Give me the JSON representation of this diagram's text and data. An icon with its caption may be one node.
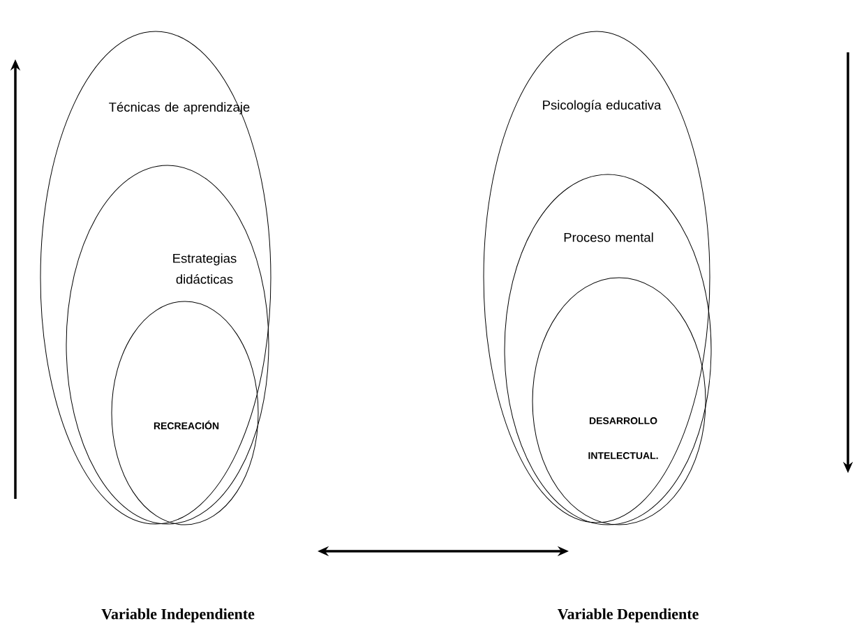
{
  "diagram": {
    "nodes": [
      {
        "text": [
          "Técnicas de aprendizaje"
        ]
      },
      {
        "text": [
          "Estrategias didácticas"
        ],
        "in": 0
      },
      {
        "text": [
          "RECREACIÓN"
        ],
        "in": 1
      },
      {
        "text": [
          "Psicología educativa"
        ]
      },
      {
        "text": [
          "Proceso mental"
        ],
        "in": 3
      },
      {
        "text": [
          "DESARROLLO INTELECTUAL."
        ],
        "in": 4
      }
    ],
    "labels": [
      "Variable Independiente",
      "Variable Dependiente"
    ]
  }
}
